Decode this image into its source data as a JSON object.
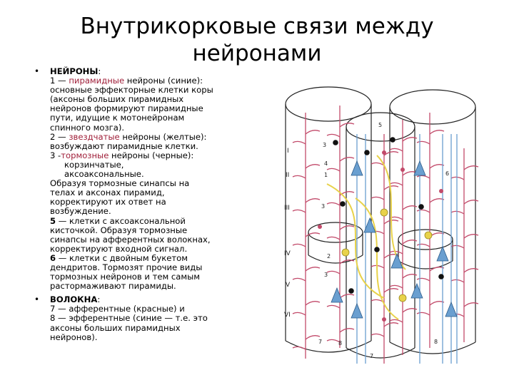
{
  "slide": {
    "title_line1": "Внутрикорковые связи между",
    "title_line2": "нейронами"
  },
  "neurons": {
    "heading": "НЕЙРОНЫ",
    "colon": ":",
    "p1_num": "1 — ",
    "p1_term": "пирамидные",
    "p1_rest": " нейроны (синие):",
    "p1_l2": "основные эффекторные клетки коры",
    "p1_l3": "(аксоны больших пирамидных",
    "p1_l4": "нейронов формируют пирамидные",
    "p1_l5": "пути, идущие к мотонейронам",
    "p1_l6": "спинного мозга).",
    "p2_num": "2 — ",
    "p2_term": "звездчатые",
    "p2_rest": " нейроны (желтые):",
    "p2_l2": "возбуждают пирамидные клетки.",
    "p3_num": "3 -",
    "p3_term": "тормозные",
    "p3_rest": " нейроны (черные):",
    "p3_sub1": "корзинчатые,",
    "p3_sub2": "аксоаксональные.",
    "p4_l1": "Образуя тормозные синапсы на",
    "p4_l2": "телах и аксонах пирамид,",
    "p4_l3": "корректируют их ответ на",
    "p4_l4": "возбуждение.",
    "p5_num": "5",
    "p5_l1": " — клетки с аксоаксональной",
    "p5_l2": "кисточкой. Образуя тормозные",
    "p5_l3": "синапсы на афферентных волокнах,",
    "p5_l4": "корректируют входной сигнал.",
    "p6_num": "6",
    "p6_l1": " — клетки с двойным букетом",
    "p6_l2": "дендритов. Тормозят прочие виды",
    "p6_l3": "тормозных нейронов и тем самым",
    "p6_l4": "растормаживают пирамиды."
  },
  "fibers": {
    "heading": "ВОЛОКНА",
    "colon": ":",
    "l1": "7 — афферентные (красные) и",
    "l2": "8 — эфферентные (синие — т.е. это",
    "l3": "аксоны больших пирамидных",
    "l4": "нейронов)."
  },
  "figure": {
    "layers": [
      "I",
      "II",
      "III",
      "IV",
      "V",
      "VI"
    ],
    "numbers": [
      "5",
      "3",
      "4",
      "1",
      "6",
      "3",
      "2",
      "3",
      "7",
      "8",
      "7",
      "8"
    ],
    "colors": {
      "afferent": "#c24a6a",
      "pyramidal": "#6a9fd0",
      "stellate": "#e8d24a",
      "inhibitory": "#111111",
      "outline": "#222222"
    }
  }
}
